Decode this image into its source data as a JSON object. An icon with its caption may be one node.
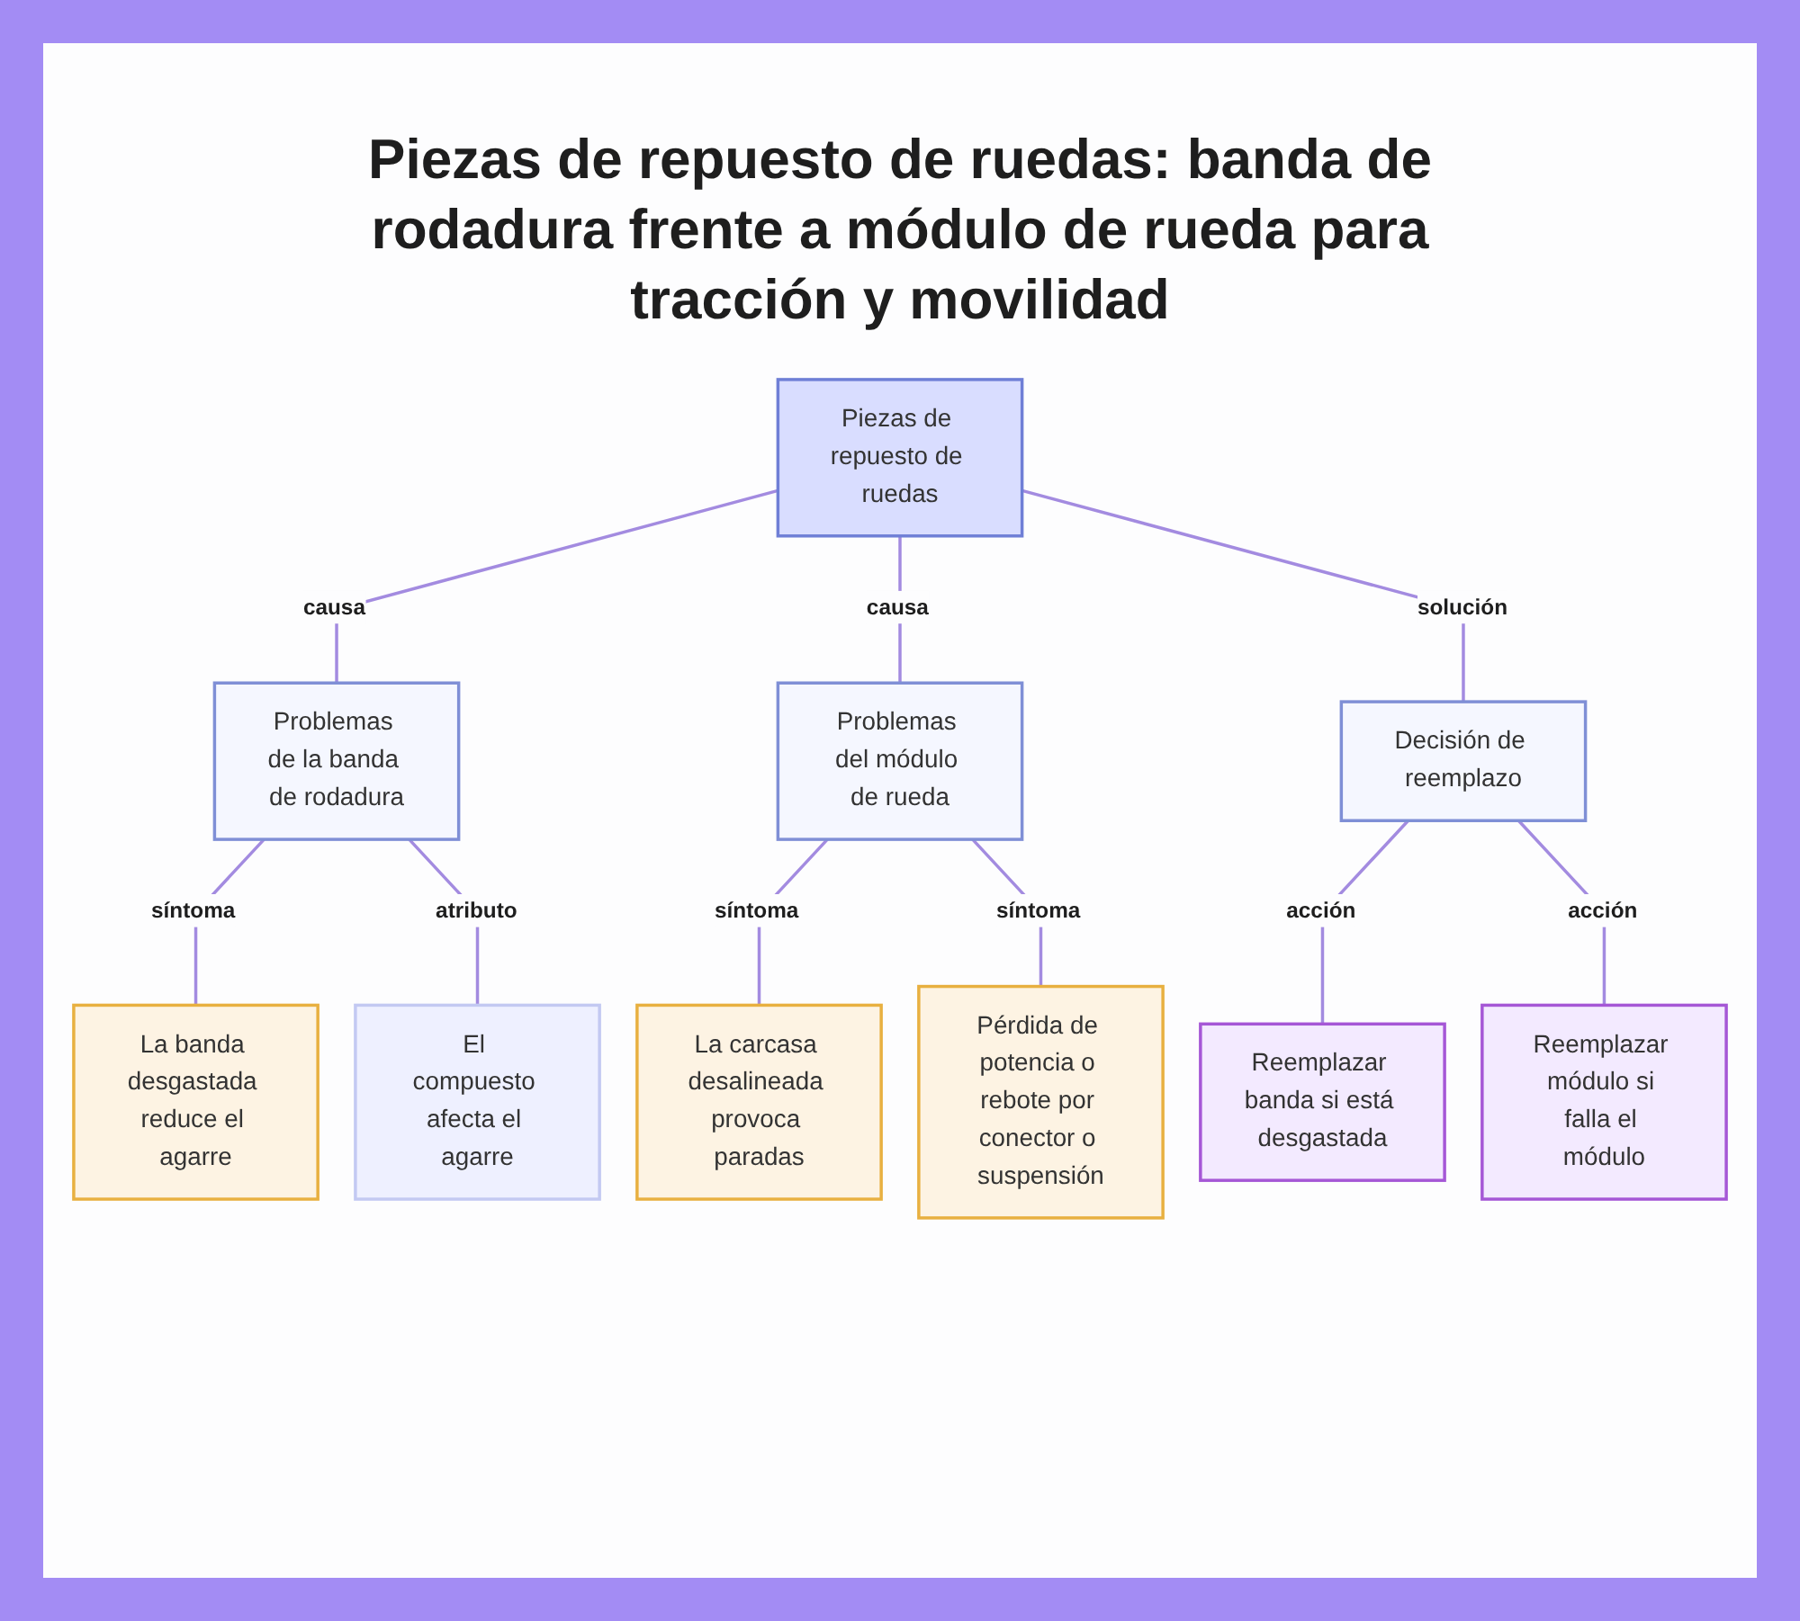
{
  "diagram": {
    "title": "Piezas de repuesto de ruedas: banda de rodadura frente a módulo de rueda para tracción y movilidad",
    "nodes": [
      {
        "text": [
          "Piezas de repuesto de ruedas"
        ]
      },
      {
        "text": [
          "Problemas de la banda de rodadura"
        ]
      },
      {
        "text": [
          "Problemas del módulo de rueda"
        ]
      },
      {
        "text": [
          "Decisión de reemplazo"
        ]
      },
      {
        "text": [
          "La banda desgastada reduce el agarre"
        ]
      },
      {
        "text": [
          "El compuesto afecta el agarre"
        ]
      },
      {
        "text": [
          "La carcasa desalineada provoca paradas"
        ]
      },
      {
        "text": [
          "Pérdida de potencia o rebote por conector o suspensión"
        ]
      },
      {
        "text": [
          "Reemplazar banda si está desgastada"
        ]
      },
      {
        "text": [
          "Reemplazar módulo si falla el módulo"
        ]
      }
    ],
    "edges": [
      {
        "from": 0,
        "to": 1,
        "arrow": "none",
        "label": "causa"
      },
      {
        "from": 0,
        "to": 2,
        "arrow": "none",
        "label": "causa"
      },
      {
        "from": 0,
        "to": 3,
        "arrow": "none",
        "label": "solución"
      },
      {
        "from": 1,
        "to": 4,
        "arrow": "none",
        "label": "síntoma"
      },
      {
        "from": 1,
        "to": 5,
        "arrow": "none",
        "label": "atributo"
      },
      {
        "from": 2,
        "to": 6,
        "arrow": "none",
        "label": "síntoma"
      },
      {
        "from": 2,
        "to": 7,
        "arrow": "none",
        "label": "síntoma"
      },
      {
        "from": 3,
        "to": 8,
        "arrow": "none",
        "label": "acción"
      },
      {
        "from": 3,
        "to": 9,
        "arrow": "none",
        "label": "acción"
      }
    ]
  }
}
